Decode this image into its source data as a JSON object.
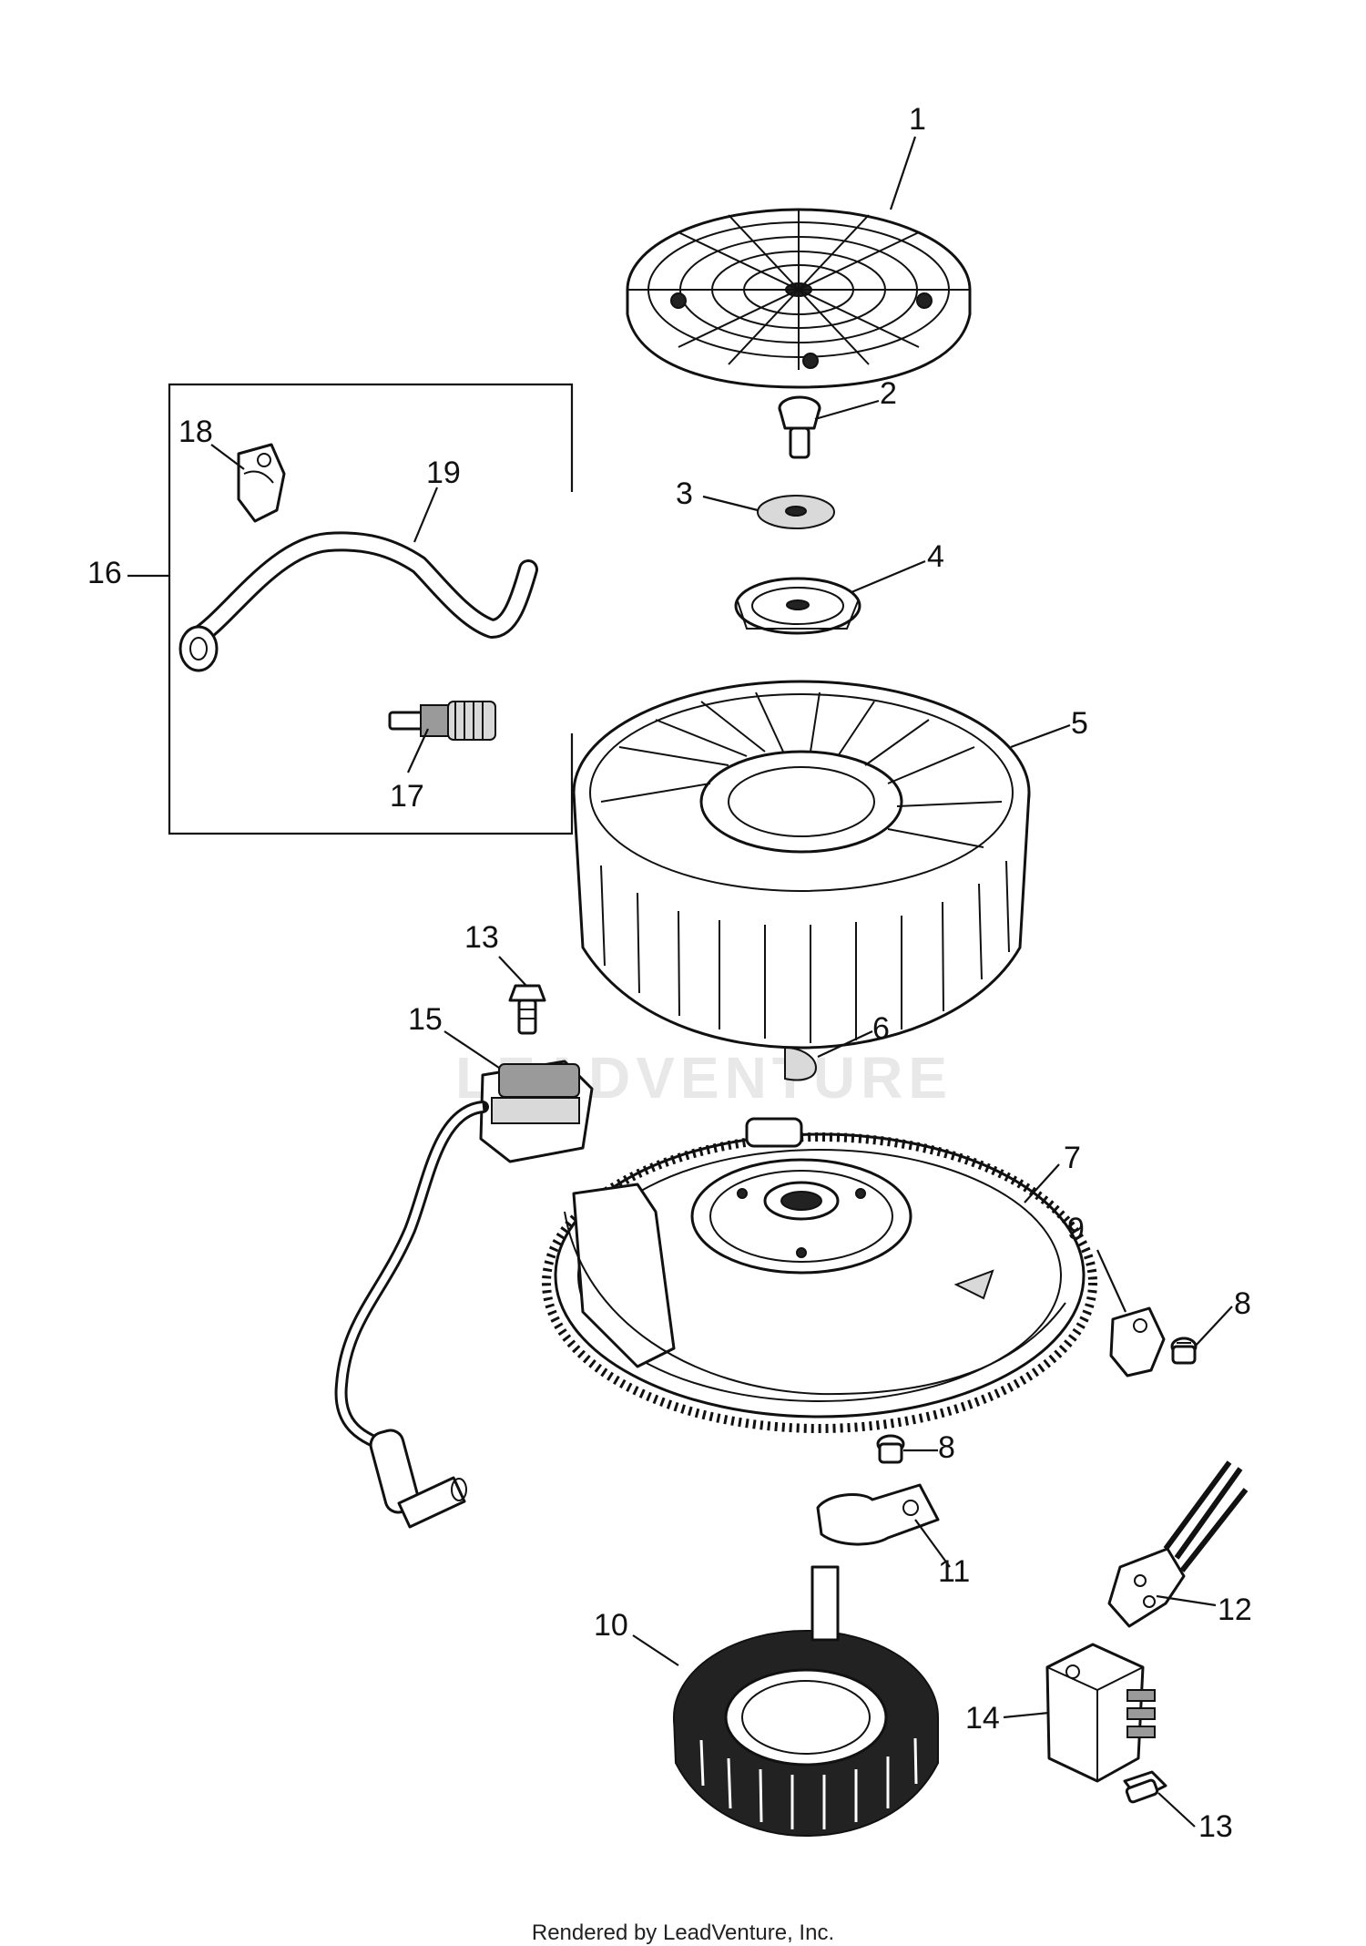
{
  "callouts": {
    "p1": "1",
    "p2": "2",
    "p3": "3",
    "p4": "4",
    "p5": "5",
    "p6": "6",
    "p7": "7",
    "p8a": "8",
    "p8b": "8",
    "p9": "9",
    "p10": "10",
    "p11": "11",
    "p12": "12",
    "p13a": "13",
    "p13b": "13",
    "p14": "14",
    "p15": "15",
    "p16": "16",
    "p17": "17",
    "p18": "18",
    "p19": "19"
  },
  "watermark": "LEADVENTURE",
  "footer": "Rendered by LeadVenture, Inc."
}
